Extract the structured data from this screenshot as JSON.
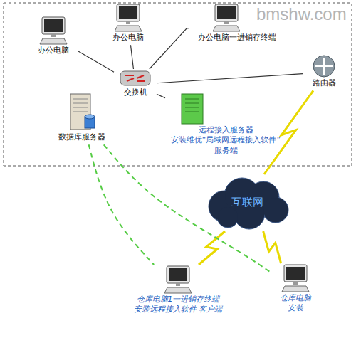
{
  "diagram": {
    "nodes": [
      {
        "text": [
          "办公电脑"
        ]
      },
      {
        "text": [
          "办公电脑"
        ]
      },
      {
        "text": [
          "办公电脑一进销存终端"
        ]
      },
      {
        "text": [
          "交换机"
        ]
      },
      {
        "text": [
          "路由器"
        ]
      },
      {
        "text": [
          "数据库服务器"
        ]
      },
      {
        "text": [
          "远程接入服务器 安装维优“局域网远程接入软件” 服务端"
        ]
      },
      {
        "text": [
          "互联网"
        ]
      },
      {
        "text": [
          "仓库电脑1一进销存终端 安装远程接入软件 客户端"
        ]
      },
      {
        "text": [
          "仓库电脑 安装"
        ]
      }
    ],
    "edges": [
      {
        "from": 3,
        "to": 0,
        "arrow": "none"
      },
      {
        "from": 3,
        "to": 1,
        "arrow": "none"
      },
      {
        "from": 3,
        "to": 2,
        "arrow": "none"
      },
      {
        "from": 3,
        "to": 5,
        "arrow": "none"
      },
      {
        "from": 3,
        "to": 6,
        "arrow": "none"
      },
      {
        "from": 3,
        "to": 4,
        "arrow": "none"
      },
      {
        "from": 4,
        "to": 7,
        "arrow": "none"
      },
      {
        "from": 7,
        "to": 8,
        "arrow": "none"
      },
      {
        "from": 7,
        "to": 9,
        "arrow": "none"
      },
      {
        "from": 5,
        "to": 8,
        "arrow": "none"
      },
      {
        "from": 5,
        "to": 9,
        "arrow": "none"
      }
    ],
    "labels": [
      "bmshw.com"
    ]
  }
}
